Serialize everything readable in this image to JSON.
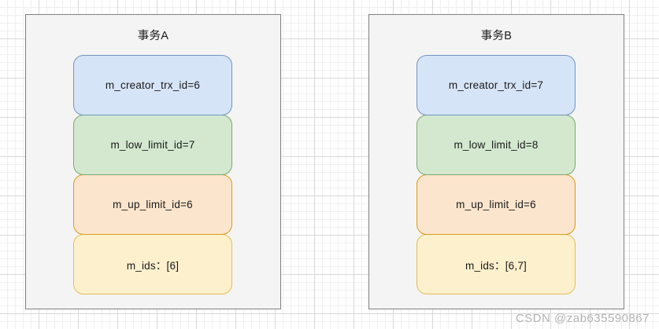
{
  "diagram": {
    "type": "two-panel-field-stack",
    "panels": [
      {
        "id": "transaction-a",
        "title": "事务A",
        "fields": [
          {
            "label": "m_creator_trx_id=6",
            "color": "blue",
            "fill": "#d6e4f7",
            "stroke": "#7295c4"
          },
          {
            "label": "m_low_limit_id=7",
            "color": "green",
            "fill": "#d4e8d0",
            "stroke": "#79a96e"
          },
          {
            "label": "m_up_limit_id=6",
            "color": "orange",
            "fill": "#fce5cd",
            "stroke": "#d99b19"
          },
          {
            "label": "m_ids：[6]",
            "color": "yellow",
            "fill": "#fdf0cd",
            "stroke": "#e3bd5a"
          }
        ]
      },
      {
        "id": "transaction-b",
        "title": "事务B",
        "fields": [
          {
            "label": "m_creator_trx_id=7",
            "color": "blue",
            "fill": "#d6e4f7",
            "stroke": "#7295c4"
          },
          {
            "label": "m_low_limit_id=8",
            "color": "green",
            "fill": "#d4e8d0",
            "stroke": "#79a96e"
          },
          {
            "label": "m_up_limit_id=6",
            "color": "orange",
            "fill": "#fce5cd",
            "stroke": "#d99b19"
          },
          {
            "label": "m_ids：[6,7]",
            "color": "yellow",
            "fill": "#fdf0cd",
            "stroke": "#e3bd5a"
          }
        ]
      }
    ]
  },
  "watermark": {
    "text": "CSDN @zab635590867"
  }
}
